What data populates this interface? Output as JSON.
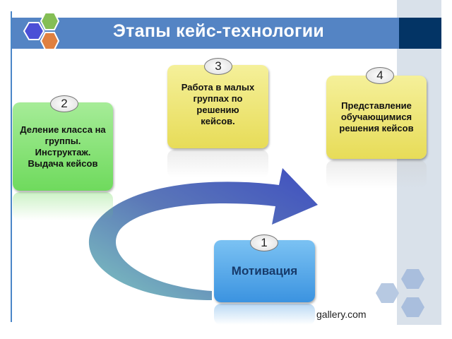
{
  "slide": {
    "title": "Этапы кейс-технологии",
    "footer": "gallery.com"
  },
  "stages": [
    {
      "number": "1",
      "text": "Мотивация",
      "color": "#3b93e0"
    },
    {
      "number": "2",
      "text": "Деление класса на группы. Инструктаж. Выдача кейсов",
      "color": "#6fda5d"
    },
    {
      "number": "3",
      "text": "Работа в малых группах по решению кейсов.",
      "color": "#e7dc58"
    },
    {
      "number": "4",
      "text": "Представление обучающимися решения кейсов",
      "color": "#e7dc58"
    }
  ]
}
